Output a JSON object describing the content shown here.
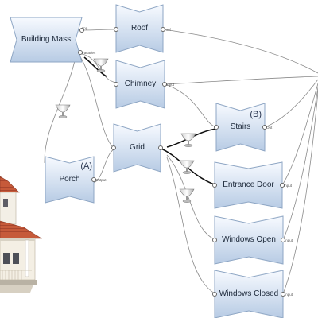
{
  "colors": {
    "node_top": "#f5f9ff",
    "node_bottom": "#b9cde6",
    "node_stroke": "#8ea6c4",
    "wire": "#8a8a8a",
    "wire_active": "#111111",
    "roof_tile": "#c65a3a",
    "wall": "#f3efe6"
  },
  "nodes": {
    "building_mass": {
      "title": "Building Mass"
    },
    "roof": {
      "title": "Roof"
    },
    "chimney": {
      "title": "Chimney"
    },
    "grid": {
      "title": "Grid"
    },
    "porch": {
      "title": "Porch",
      "tag": "(A)"
    },
    "stairs": {
      "title": "Stairs",
      "tag": "(B)"
    },
    "entrance_door": {
      "title": "Entrance Door"
    },
    "windows_open": {
      "title": "Windows Open"
    },
    "windows_closed": {
      "title": "Windows Closed"
    }
  },
  "ports": {
    "building_mass_top": "Top",
    "building_mass_facades": "Facades",
    "roof_out": "roof",
    "chimney_out": "Input",
    "porch_out": "Output",
    "stairs_out": "Out",
    "door_out": "Input",
    "win_open_out": "Input",
    "win_closed_out": "Input"
  },
  "icons": [
    "goblet-icon",
    "goblet-icon",
    "goblet-icon",
    "goblet-icon",
    "goblet-icon"
  ],
  "illustration": "house-illustration"
}
